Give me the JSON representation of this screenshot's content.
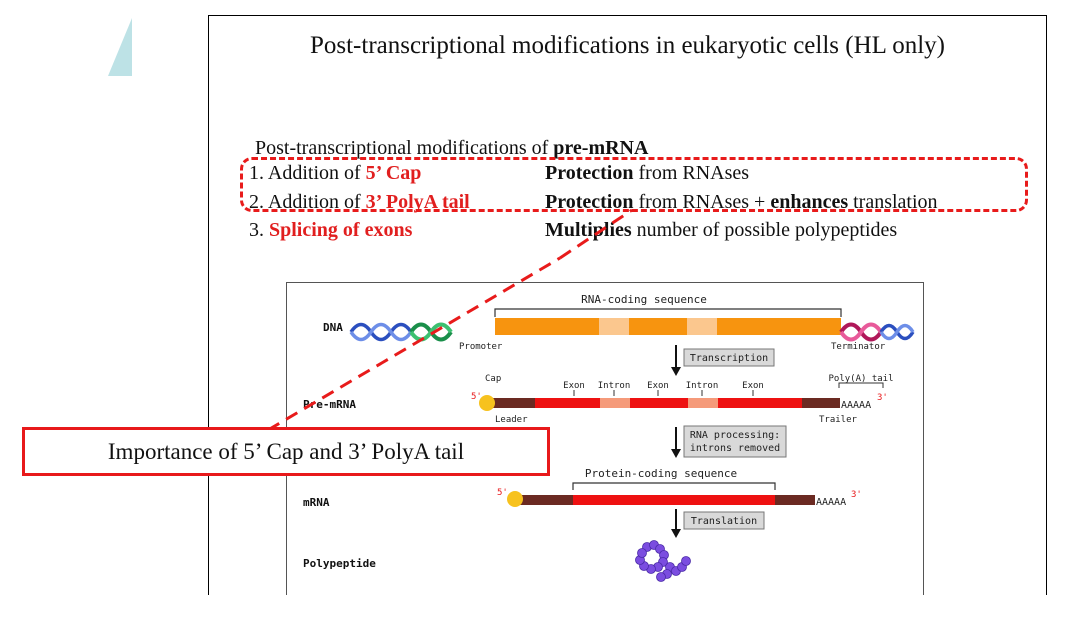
{
  "slide": {
    "title": "Post-transcriptional modifications in eukaryotic cells (HL only)",
    "subtitle_text": "Post-transcriptional modifications of ",
    "subtitle_bold": "pre-mRNA",
    "items": [
      {
        "prefix": "1. Addition of ",
        "highlight": "5’ Cap",
        "effect_bold": "Protection",
        "effect_rest": " from RNAses",
        "effect_bold2": "",
        "effect_tail": ""
      },
      {
        "prefix": "2. Addition of ",
        "highlight": "3’ PolyA tail",
        "effect_bold": "Protection",
        "effect_rest": " from RNAses + ",
        "effect_bold2": "enhances",
        "effect_tail": " translation"
      },
      {
        "prefix": "3. ",
        "highlight": "Splicing of exons",
        "effect_bold": "Multiplies",
        "effect_rest": " number of possible polypeptides",
        "effect_bold2": "",
        "effect_tail": ""
      }
    ]
  },
  "diagram": {
    "rna_coding_sequence": "RNA-coding sequence",
    "dna": "DNA",
    "promoter": "Promoter",
    "terminator": "Terminator",
    "transcription": "Transcription",
    "cap": "Cap",
    "five_prime": "5'",
    "three_prime": "3'",
    "exon": "Exon",
    "intron": "Intron",
    "polya_tail": "Poly(A) tail",
    "pre_mrna": "Pre-mRNA",
    "leader": "Leader",
    "trailer": "Trailer",
    "aaaaa": "AAAAA",
    "rna_processing_1": "RNA processing:",
    "rna_processing_2": "introns removed",
    "protein_coding_sequence": "Protein-coding sequence",
    "mrna": "mRNA",
    "translation": "Translation",
    "polypeptide": "Polypeptide"
  },
  "callout": {
    "text": "Importance of  5’ Cap and 3’ PolyA tail"
  },
  "colors": {
    "accent_red": "#e81b1b",
    "orange": "#f7940f",
    "light_orange": "#fbc78e",
    "mrna_red": "#ee1111",
    "dark_brown": "#6b2a22",
    "cap_yellow": "#f7c21e",
    "deco_teal": "#bde2e6"
  }
}
